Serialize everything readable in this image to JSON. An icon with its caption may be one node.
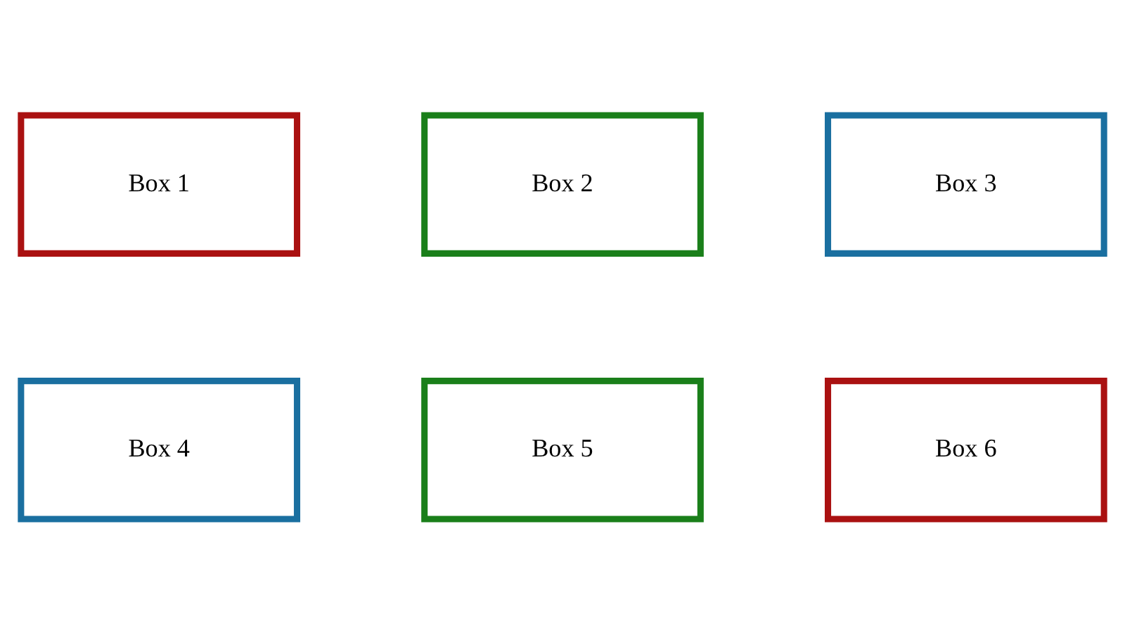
{
  "diagram": {
    "nodes": [
      {
        "text": [
          "Box 1"
        ]
      },
      {
        "text": [
          "Box 2"
        ]
      },
      {
        "text": [
          "Box 3"
        ]
      },
      {
        "text": [
          "Box 4"
        ]
      },
      {
        "text": [
          "Box 5"
        ]
      },
      {
        "text": [
          "Box 6"
        ]
      }
    ]
  }
}
